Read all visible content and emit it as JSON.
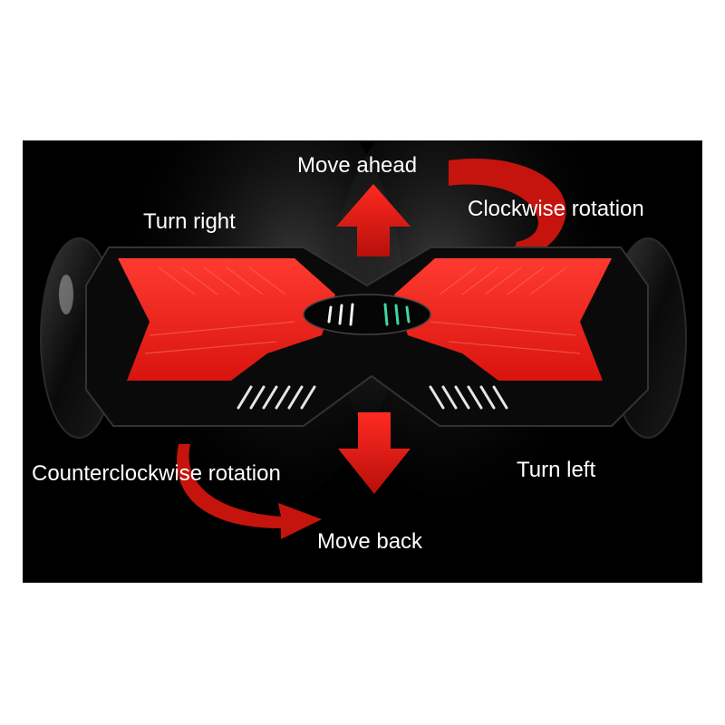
{
  "labels": {
    "move_ahead": "Move ahead",
    "turn_right": "Turn right",
    "clockwise_rotation": "Clockwise rotation",
    "counterclockwise_rotation": "Counterclockwise rotation",
    "turn_left": "Turn left",
    "move_back": "Move back"
  },
  "colors": {
    "background": "#000000",
    "page": "#ffffff",
    "arrow_red": "#e8201c",
    "footpad_red": "#f0261f",
    "body_black": "#0a0a0a",
    "led_white": "#f2f2f2",
    "led_green": "#3fd6a0",
    "text": "#ffffff"
  },
  "icons": {
    "forward_arrow": "arrow-up-icon",
    "backward_arrow": "arrow-down-icon",
    "clockwise_arrow": "curved-arrow-clockwise-icon",
    "counterclockwise_arrow": "curved-arrow-counterclockwise-icon"
  }
}
